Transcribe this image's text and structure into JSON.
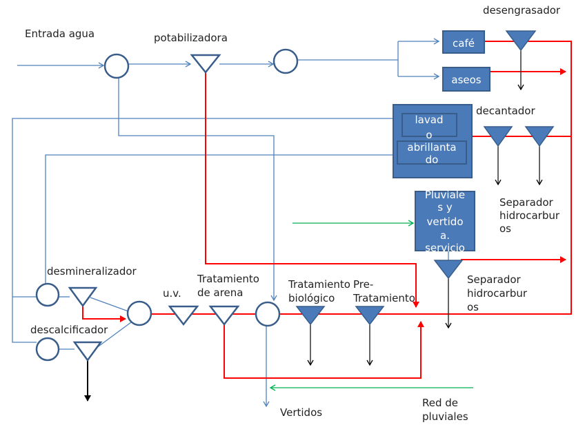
{
  "labels": {
    "entrada": "Entrada agua",
    "potabilizadora": "potabilizadora",
    "desengrasador": "desengrasador",
    "cafe": "café",
    "aseos": "aseos",
    "decantador": "decantador",
    "lavado_1": "lavad",
    "lavado_2": "o",
    "abrillantado_1": "abrillanta",
    "abrillantado_2": "do",
    "pluviales_1": "Pluviale",
    "pluviales_2": "s y",
    "pluviales_3": "vertido",
    "pluviales_4": "a.",
    "pluviales_5": "servicio",
    "sep1_1": "Separador",
    "sep1_2": "hidrocarbur",
    "sep1_3": "os",
    "sep2_1": "Separador",
    "sep2_2": "hidrocarbur",
    "sep2_3": "os",
    "desmineralizador": "desmineralizador",
    "descalcificador": "descalcificador",
    "uv": "u.v.",
    "arena_1": "Tratamiento",
    "arena_2": "de arena",
    "bio_1": "Tratamiento",
    "bio_2": "biológico",
    "pre_1": "Pre-",
    "pre_2": "Tratamiento",
    "vertidos": "Vertidos",
    "red_1": "Red de",
    "red_2": "pluviales"
  },
  "colors": {
    "water": "#4f81bd",
    "waste": "#ff0000",
    "rain": "#00b050",
    "sludge": "#000000",
    "box_fill": "#4a7ab8",
    "box_stroke": "#385d8a"
  }
}
